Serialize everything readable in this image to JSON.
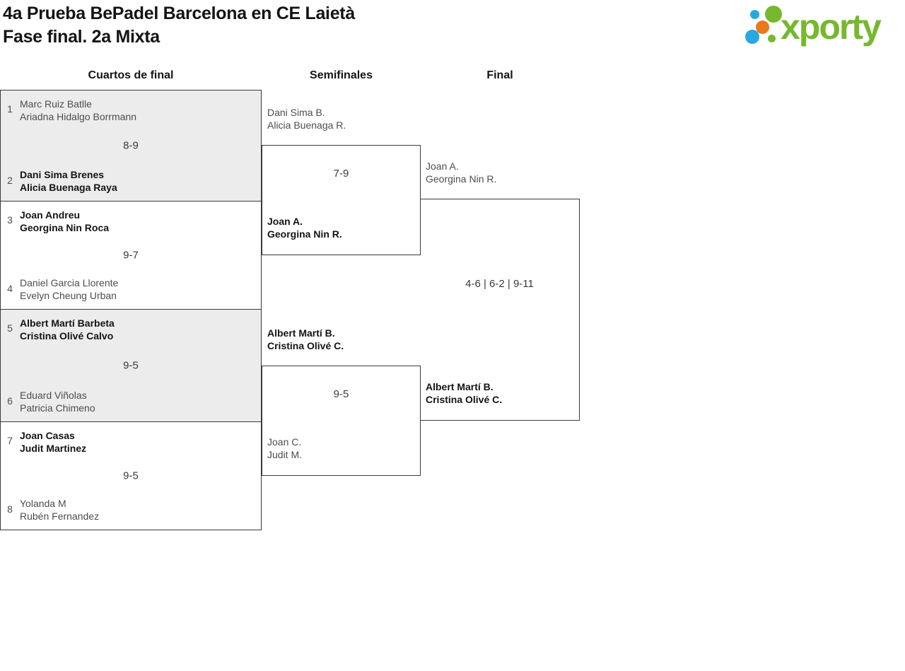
{
  "header": {
    "title_line1": "4a Prueba BePadel Barcelona en CE Laietà",
    "title_line2": "Fase final. 2a Mixta"
  },
  "logo": {
    "wordmark": "xporty",
    "colors": {
      "green": "#76b82e",
      "blue": "#29a8df",
      "orange": "#e8791d"
    }
  },
  "round_headers": {
    "quarterfinals": "Cuartos de final",
    "semifinals": "Semifinales",
    "final": "Final"
  },
  "bracket": {
    "quarterfinals": [
      {
        "seed_top": "1",
        "team_top": [
          "Marc Ruiz Batlle",
          "Ariadna Hidalgo Borrmann"
        ],
        "score": "8-9",
        "seed_bottom": "2",
        "team_bottom": [
          "Dani Sima Brenes",
          "Alicia Buenaga Raya"
        ],
        "winner": "bottom"
      },
      {
        "seed_top": "3",
        "team_top": [
          "Joan Andreu",
          "Georgina Nin Roca"
        ],
        "score": "9-7",
        "seed_bottom": "4",
        "team_bottom": [
          "Daniel Garcia Llorente",
          "Evelyn Cheung Urban"
        ],
        "winner": "top"
      },
      {
        "seed_top": "5",
        "team_top": [
          "Albert Martí Barbeta",
          "Cristina Olivé Calvo"
        ],
        "score": "9-5",
        "seed_bottom": "6",
        "team_bottom": [
          "Eduard Viñolas",
          "Patricia Chimeno"
        ],
        "winner": "top"
      },
      {
        "seed_top": "7",
        "team_top": [
          "Joan Casas",
          "Judit Martinez"
        ],
        "score": "9-5",
        "seed_bottom": "8",
        "team_bottom": [
          "Yolanda M",
          "Rubén Fernandez"
        ],
        "winner": "top"
      }
    ],
    "semifinals": [
      {
        "team_top": [
          "Dani Sima B.",
          "Alicia Buenaga R."
        ],
        "score": "7-9",
        "team_bottom": [
          "Joan A.",
          "Georgina Nin R."
        ],
        "winner": "bottom"
      },
      {
        "team_top": [
          "Albert Martí B.",
          "Cristina Olivé C."
        ],
        "score": "9-5",
        "team_bottom": [
          "Joan C.",
          "Judit M."
        ],
        "winner": "top"
      }
    ],
    "final": {
      "team_top": [
        "Joan A.",
        "Georgina Nin R."
      ],
      "score": "4-6 | 6-2 | 9-11",
      "team_bottom": [
        "Albert Martí B.",
        "Cristina Olivé C."
      ],
      "winner": "bottom"
    }
  },
  "colors": {
    "border": "#3a3a3a",
    "shaded_row": "#ececec",
    "muted_text": "#4d4d4d"
  }
}
